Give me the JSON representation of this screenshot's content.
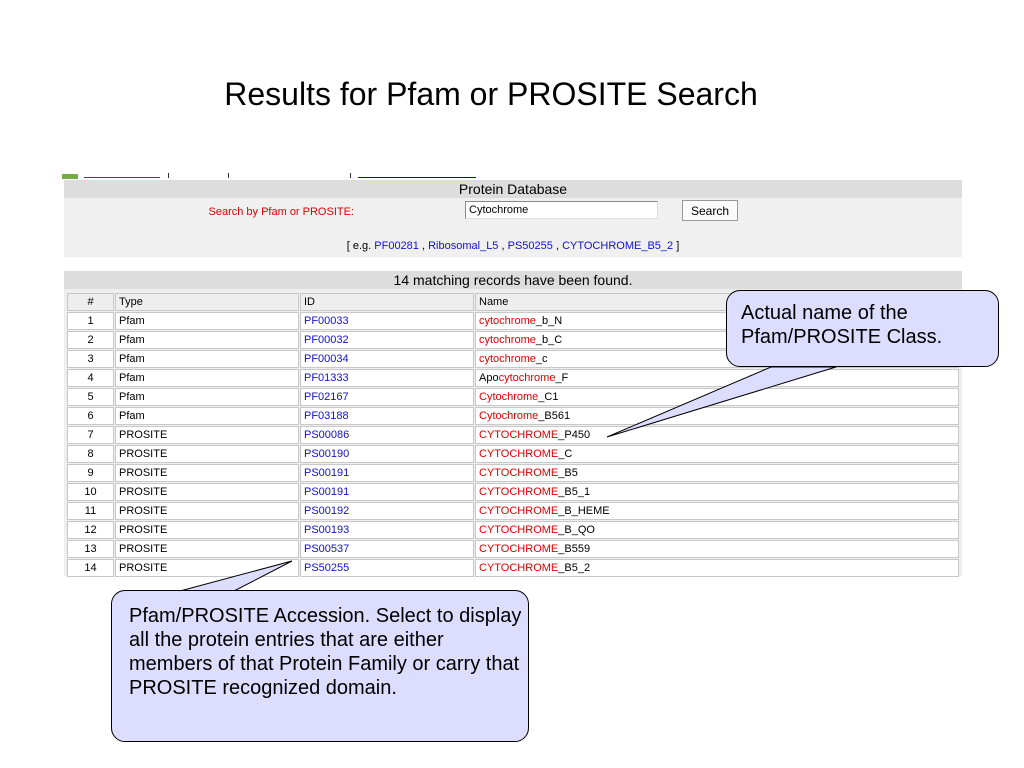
{
  "slide_title": "Results for Pfam or PROSITE Search",
  "search_panel": {
    "header": "Protein Database",
    "search_label": "Search by Pfam or PROSITE:",
    "search_value": "Cytochrome",
    "search_button": "Search",
    "examples_prefix": "[ e.g.",
    "examples": [
      "PF00281",
      "Ribosomal_L5",
      "PS50255",
      "CYTOCHROME_B5_2"
    ],
    "examples_separator": ",",
    "examples_suffix": "]"
  },
  "results": {
    "header": "14 matching records have been found.",
    "columns": [
      "#",
      "Type",
      "ID",
      "Name"
    ],
    "rows": [
      {
        "num": "1",
        "type": "Pfam",
        "id": "PF00033",
        "name_pre": "",
        "name_hl": "cytochrome",
        "name_post": "_b_N"
      },
      {
        "num": "2",
        "type": "Pfam",
        "id": "PF00032",
        "name_pre": "",
        "name_hl": "cytochrome",
        "name_post": "_b_C"
      },
      {
        "num": "3",
        "type": "Pfam",
        "id": "PF00034",
        "name_pre": "",
        "name_hl": "cytochrome",
        "name_post": "_c"
      },
      {
        "num": "4",
        "type": "Pfam",
        "id": "PF01333",
        "name_pre": "Apo",
        "name_hl": "cytochrome",
        "name_post": "_F"
      },
      {
        "num": "5",
        "type": "Pfam",
        "id": "PF02167",
        "name_pre": "",
        "name_hl": "Cytochrome",
        "name_post": "_C1"
      },
      {
        "num": "6",
        "type": "Pfam",
        "id": "PF03188",
        "name_pre": "",
        "name_hl": "Cytochrome",
        "name_post": "_B561"
      },
      {
        "num": "7",
        "type": "PROSITE",
        "id": "PS00086",
        "name_pre": "",
        "name_hl": "CYTOCHROME",
        "name_post": "_P450"
      },
      {
        "num": "8",
        "type": "PROSITE",
        "id": "PS00190",
        "name_pre": "",
        "name_hl": "CYTOCHROME",
        "name_post": "_C"
      },
      {
        "num": "9",
        "type": "PROSITE",
        "id": "PS00191",
        "name_pre": "",
        "name_hl": "CYTOCHROME",
        "name_post": "_B5"
      },
      {
        "num": "10",
        "type": "PROSITE",
        "id": "PS00191",
        "name_pre": "",
        "name_hl": "CYTOCHROME",
        "name_post": "_B5_1"
      },
      {
        "num": "11",
        "type": "PROSITE",
        "id": "PS00192",
        "name_pre": "",
        "name_hl": "CYTOCHROME",
        "name_post": "_B_HEME"
      },
      {
        "num": "12",
        "type": "PROSITE",
        "id": "PS00193",
        "name_pre": "",
        "name_hl": "CYTOCHROME",
        "name_post": "_B_QO"
      },
      {
        "num": "13",
        "type": "PROSITE",
        "id": "PS00537",
        "name_pre": "",
        "name_hl": "CYTOCHROME",
        "name_post": "_B559"
      },
      {
        "num": "14",
        "type": "PROSITE",
        "id": "PS50255",
        "name_pre": "",
        "name_hl": "CYTOCHROME",
        "name_post": "_B5_2"
      }
    ]
  },
  "callouts": {
    "name": "Actual name of the Pfam/PROSITE Class.",
    "accession": "Pfam/PROSITE Accession. Select to display all the protein entries that are either members of that Protein Family or carry that PROSITE recognized domain."
  },
  "colors": {
    "highlight": "#e00000",
    "link": "#1111cc",
    "callout_fill": "#ddddff"
  }
}
